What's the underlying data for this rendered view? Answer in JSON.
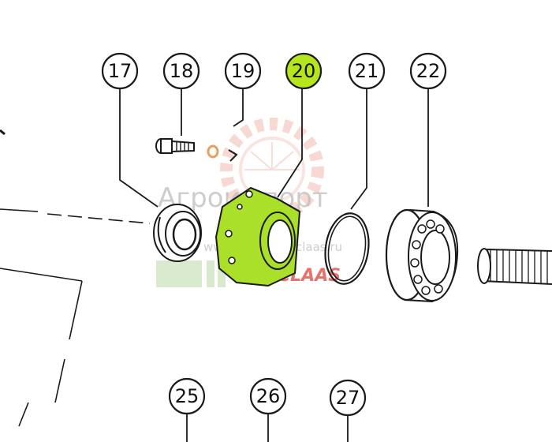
{
  "diagram": {
    "callouts": [
      {
        "label": "17",
        "highlight": false
      },
      {
        "label": "18",
        "highlight": false
      },
      {
        "label": "19",
        "highlight": false
      },
      {
        "label": "20",
        "highlight": true
      },
      {
        "label": "21",
        "highlight": false
      },
      {
        "label": "22",
        "highlight": false
      },
      {
        "label": "25",
        "highlight": false
      },
      {
        "label": "26",
        "highlight": false
      },
      {
        "label": "27",
        "highlight": false
      }
    ],
    "watermark": {
      "brand": "Агроимпорт",
      "url": "www.zapchasti-claas.ru",
      "logo": "CLAAS"
    },
    "colors": {
      "highlight": "#b5e61d",
      "highlight_part": "#aadf2a",
      "ink": "#1a1a1a",
      "orange_ring": "#e8a060",
      "watermark_red": "#e0443c",
      "watermark_gray": "#bdbdbd"
    }
  }
}
